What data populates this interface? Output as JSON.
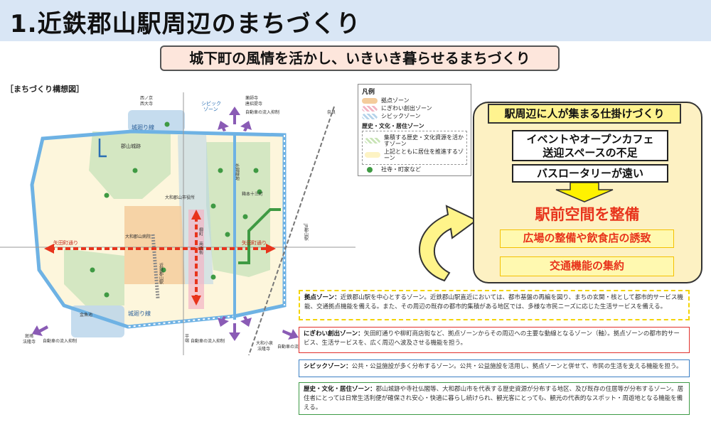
{
  "header": {
    "title": "1.近鉄郡山駅周辺のまちづくり"
  },
  "subtitle": "城下町の風情を活かし、いきいき暮らせるまちづくり",
  "map": {
    "caption": "［まちづくり構想図］",
    "labels": {
      "ring_top": "城廻り線",
      "ring_bottom": "城廻り線",
      "yadacho": "矢田町通り",
      "yadacho2": "矢田町通り",
      "civic_zone": "シビック\nゾーン",
      "civic_zone_line1": "シビック",
      "civic_zone_line2": "ゾーン",
      "inflow_ne": "自動車の流入抑制",
      "inflow_sw": "自動車の流入抑制",
      "inflow_s": "自動車の流入抑制",
      "inflow_se": "自動車の流入抑制",
      "castle": "郡山城跡",
      "cityhall": "大和郡山市役所",
      "station": "近鉄郡山駅",
      "hospital": "大和郡山病院",
      "nishinokyo_1": "西ノ京",
      "nishinokyo_2": "西大寺",
      "yakushiji_1": "薬師寺",
      "yakushiji_2": "唐招提寺",
      "narayama": "奈良",
      "kinsenji": "金魚池",
      "horyuji_1": "斑鳩",
      "horyuji_2": "法隆寺",
      "shimo_1": "柳町",
      "shimo_2": "商店街",
      "koizumi_1": "大和小泉",
      "koizumi_2": "法隆寺",
      "jr": "JR郡山駅",
      "hakuhon": "箱本十三町",
      "tamon": "外堀緑地",
      "kawanaka": "平端"
    }
  },
  "legend": {
    "title": "凡例",
    "items": [
      {
        "label": "拠点ゾーン",
        "color": "#f4cc9c"
      },
      {
        "label": "にぎわい創出ゾーン",
        "color": "#f2b4c4"
      },
      {
        "label": "シビックゾーン",
        "color": "#b6d3ea"
      }
    ],
    "group_title": "歴史・文化・居住ゾーン",
    "group_items": [
      {
        "label": "集積する歴史・文化資源を活かすゾーン",
        "color": "#c9e4b7"
      },
      {
        "label": "上記とともに居住を推進するゾーン",
        "color": "#fdf3c4"
      }
    ],
    "temple": "社寺・町家など"
  },
  "panel": {
    "head": "駅周辺に人が集まる仕掛けづくり",
    "issue1_line1": "イベントやオープンカフェ",
    "issue1_line2": "送迎スペースの不足",
    "issue2": "バスロータリーが遠い",
    "goal": "駅前空間を整備",
    "measure1": "広場の整備や飲食店の誘致",
    "measure2": "交通機能の集約"
  },
  "descriptions": [
    {
      "title": "拠点ゾーン：",
      "text": "近鉄郡山駅を中心とするゾーン。近鉄郡山駅直近においては、都市基盤の再編を図り、まちの玄関・核として都市的サービス機能、交通拠点機能を備える。また、その周辺の既存の都市的集積がある地区では、多様な市民ニーズに応じた生活サービスを備える。"
    },
    {
      "title": "にぎわい創出ゾーン：",
      "text": "矢田町通りや柳町商店街など、拠点ゾーンからその周辺への主要な動線となるゾーン（軸）。拠点ゾーンの都市的サービス、生活サービスを、広く周辺へ波及させる機能を担う。"
    },
    {
      "title": "シビックゾーン：",
      "text": "公共・公益施設が多く分布するゾーン。公共・公益施設を活用し、拠点ゾーンと併せて、市民の生活を支える機能を担う。"
    },
    {
      "title": "歴史・文化・居住ゾーン：",
      "text": "郡山城跡や寺社仏閣等、大和郡山市を代表する歴史資源が分布する地区、及び既存の住居等が分布するゾーン。居住者にとっては日常生活利便が確保され安心・快適に暮らし続けられ、観光客にとっても、観光の代表的なスポット・周遊地となる機能を備える。"
    }
  ],
  "colors": {
    "ring_road": "#6eb2e4",
    "red_axis": "#e8341c",
    "green_route": "#3f9a43",
    "accent_yellow": "#f4c100",
    "purple_arrow": "#8a5bb5"
  }
}
